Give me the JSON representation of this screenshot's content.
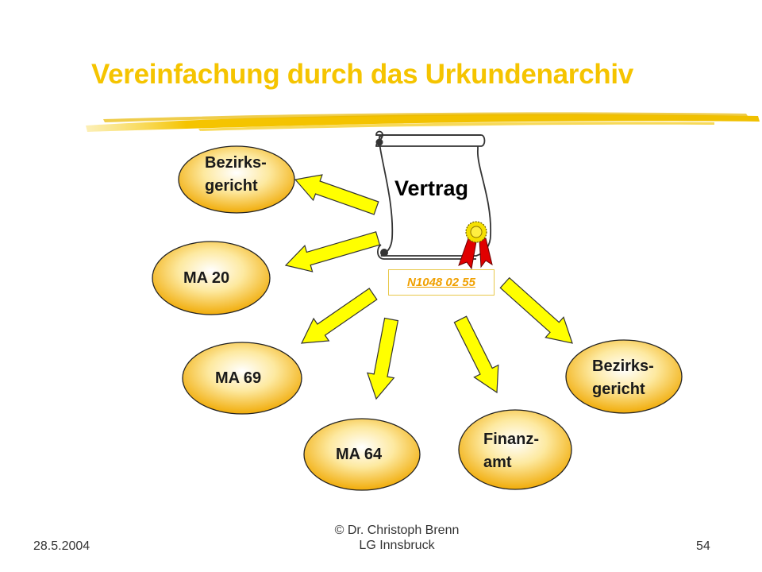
{
  "title": "Vereinfachung durch das Urkundenarchiv",
  "document": {
    "label": "Vertrag",
    "id": "N1048 02 55",
    "icons": [
      "scroll-icon",
      "award-ribbon-icon"
    ]
  },
  "nodes": [
    {
      "key": "bezirksgericht-top",
      "label": "Bezirks-\ngericht"
    },
    {
      "key": "ma20",
      "label": "MA 20"
    },
    {
      "key": "ma69",
      "label": "MA 69"
    },
    {
      "key": "ma64",
      "label": "MA 64"
    },
    {
      "key": "finanzamt",
      "label": "Finanz-\namt"
    },
    {
      "key": "bezirksgericht-right",
      "label": "Bezirks-\ngericht"
    }
  ],
  "footer": {
    "date": "28.5.2004",
    "author": "© Dr. Christoph Brenn",
    "institution": "LG Innsbruck",
    "page": "54"
  },
  "colors": {
    "title": "#f5c400",
    "arrow_fill": "#ffff00",
    "ellipse_center": "#ffffff",
    "ellipse_edge": "#f0a800",
    "ribbon": "#e00000",
    "doc_id_text": "#f0a000"
  }
}
